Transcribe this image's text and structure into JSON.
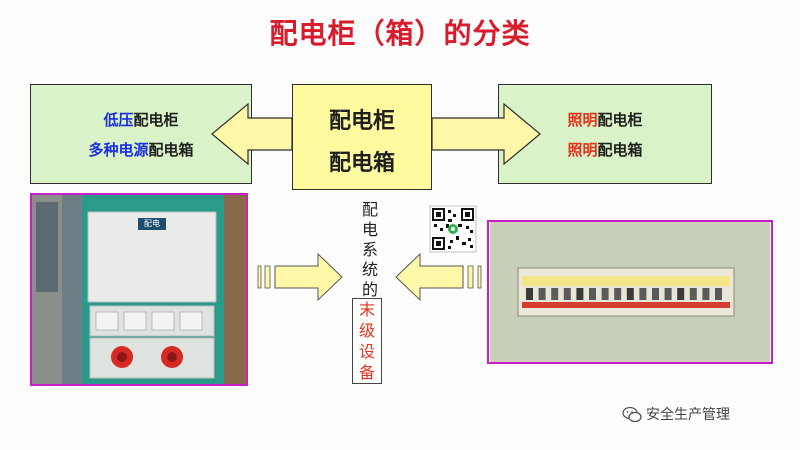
{
  "title": "配电柜（箱）的分类",
  "center": {
    "line1": "配电柜",
    "line2": "配电箱"
  },
  "left_box": {
    "line1_highlight": "低压",
    "line1_rest": "配电柜",
    "line2_highlight": "多种电源",
    "line2_rest": "配电箱"
  },
  "right_box": {
    "line1_highlight": "照明",
    "line1_rest": "配电柜",
    "line2_highlight": "照明",
    "line2_rest": "配电箱"
  },
  "vertical_text": [
    "配",
    "电",
    "系",
    "统",
    "的"
  ],
  "vertical_boxed_text": [
    "末",
    "级",
    "设",
    "备"
  ],
  "left_photo_label": "配电",
  "watermark": "安全生产管理",
  "colors": {
    "title_red": "#d81c2b",
    "box_green": "#d9f2c7",
    "center_yellow": "#fdfaa0",
    "arrow_yellow": "#fff7a8",
    "blue_highlight": "#1a2fe0",
    "red_highlight": "#e8321b",
    "photo_border_magenta": "#c81ec8"
  },
  "icons": [
    "qr-code-icon",
    "wechat-icon"
  ]
}
